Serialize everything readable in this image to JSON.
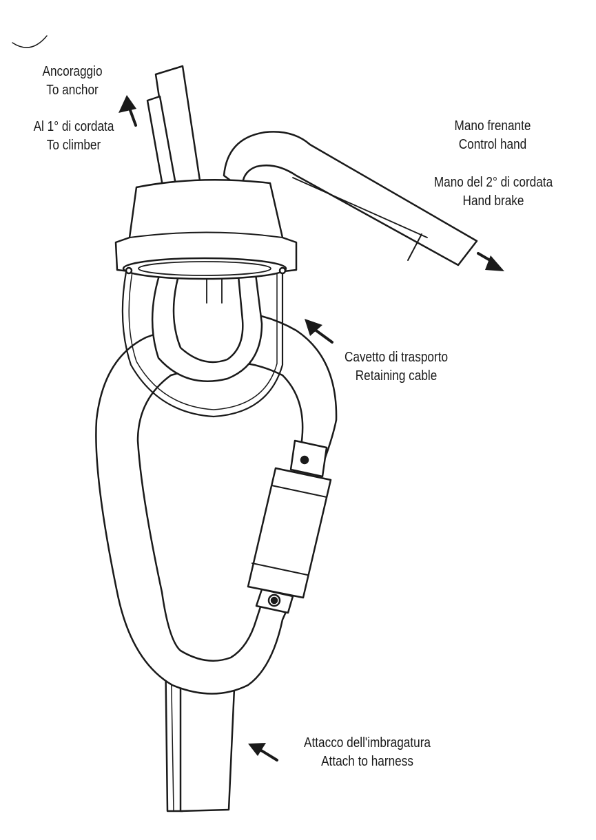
{
  "labels": {
    "anchor": {
      "it": "Ancoraggio",
      "en": "To anchor"
    },
    "climber": {
      "it": "Al 1° di cordata",
      "en": "To climber"
    },
    "control": {
      "it": "Mano frenante",
      "en": "Control hand"
    },
    "brake": {
      "it": "Mano del 2° di cordata",
      "en": "Hand brake"
    },
    "cable": {
      "it": "Cavetto di trasporto",
      "en": "Retaining cable"
    },
    "harness": {
      "it": "Attacco dell'imbragatura",
      "en": "Attach to harness"
    }
  },
  "colors": {
    "ink": "#1a1a1a",
    "fill": "#ffffff"
  }
}
